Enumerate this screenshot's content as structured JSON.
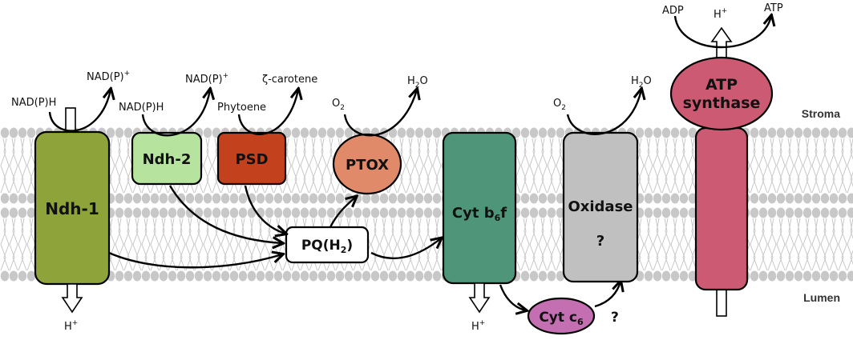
{
  "colors": {
    "membrane": "#c8c8c8",
    "ndh1": "#8ea43a",
    "ndh2": "#b6e39d",
    "psd": "#c4411e",
    "ptox": "#e08a6a",
    "cytb6f": "#4f9579",
    "oxidase": "#c0c0c0",
    "cytc6": "#c46fb1",
    "atp_synthase": "#cc5a72",
    "pq": "#ffffff"
  },
  "labels": {
    "stroma": "Stroma",
    "lumen": "Lumen"
  },
  "complexes": {
    "ndh1": "Ndh-1",
    "ndh2": "Ndh-2",
    "psd": "PSD",
    "ptox": "PTOX",
    "cytb6f_main": "Cyt b",
    "cytb6f_sub": "6",
    "cytb6f_tail": "f",
    "oxidase": "Oxidase",
    "oxidase_q": "?",
    "cytc6_main": "Cyt c",
    "cytc6_sub": "6",
    "cytc6_q": "?",
    "pq_main": "PQ(H",
    "pq_sub": "2",
    "pq_tail": ")",
    "atp_line1": "ATP",
    "atp_line2": "synthase"
  },
  "substrates": {
    "ndh1_in": "NAD(P)H",
    "ndh1_out_main": "NAD(P)",
    "ndh1_out_sup": "+",
    "ndh2_in": "NAD(P)H",
    "ndh2_out_main": "NAD(P)",
    "ndh2_out_sup": "+",
    "psd_in": "Phytoene",
    "psd_out": "ζ-carotene",
    "ptox_in_main": "O",
    "ptox_in_sub": "2",
    "ptox_out_a": "H",
    "ptox_out_sub": "2",
    "ptox_out_b": "O",
    "ox_in_main": "O",
    "ox_in_sub": "2",
    "ox_out_a": "H",
    "ox_out_sub": "2",
    "ox_out_b": "O",
    "adp": "ADP",
    "atp": "ATP",
    "h_top_main": "H",
    "h_top_sup": "+",
    "h_ndh1_main": "H",
    "h_ndh1_sup": "+",
    "h_cyt_main": "H",
    "h_cyt_sup": "+"
  }
}
